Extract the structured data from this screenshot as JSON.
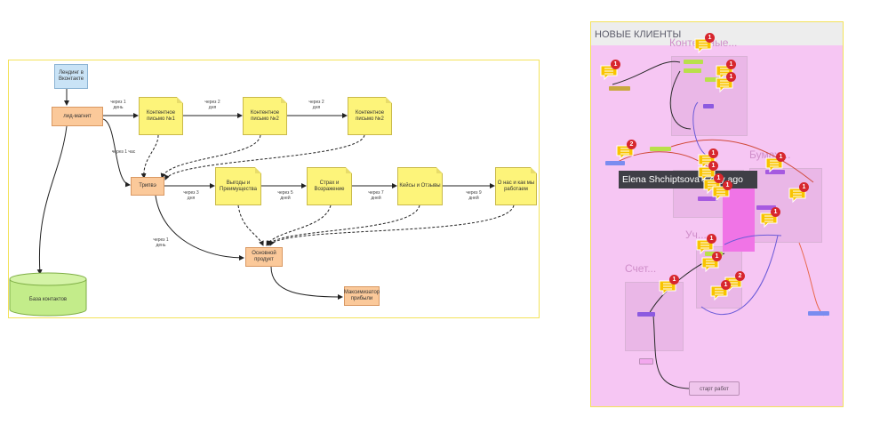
{
  "left_diagram": {
    "nodes": {
      "landing": "Лендинг в Вконтакте",
      "lead_magnet": "лид-магнит",
      "content1": "Контентное письмо №1",
      "content2": "Контентное письмо №2",
      "content3": "Контентное письмо №2",
      "tripwire": "Трипвэ",
      "benefits": "Выгоды и Преимущества",
      "fears": "Страх и Возражение",
      "cases": "Кейсы и Отзывы",
      "about": "О нас и как мы работаем",
      "main_product": "Основной продукт",
      "maximizer": "Максимизатор прибыли",
      "contacts_db": "База контактов"
    },
    "edge_labels": {
      "l_1day": "через 1 день",
      "l_2days_a": "через 2 дня",
      "l_2days_b": "через 2 дня",
      "l_1hour": "через 1 час",
      "l_3days": "через 3 дня",
      "l_5days": "через 5 дней",
      "l_7days": "через 7 дней",
      "l_9days": "через 9 дней",
      "l_1day_b": "через 1 день"
    }
  },
  "right_board": {
    "title": "НОВЫЕ КЛИЕНТЫ",
    "ghost_labels": [
      "Контентные...",
      "Бумаж...",
      "Уч...",
      "Счет..."
    ],
    "tooltip": "Elena Shchiptsova   1 day ago",
    "start_label": "старт работ",
    "badges": [
      "1",
      "1",
      "1",
      "1",
      "2",
      "1",
      "1",
      "1",
      "1",
      "1",
      "1",
      "1",
      "1",
      "1",
      "1",
      "2",
      "1"
    ],
    "colors": {
      "board": "#f6c6f3",
      "frame": "#f3e25a",
      "badge": "#d7262d",
      "comment": "#f9c400"
    }
  }
}
